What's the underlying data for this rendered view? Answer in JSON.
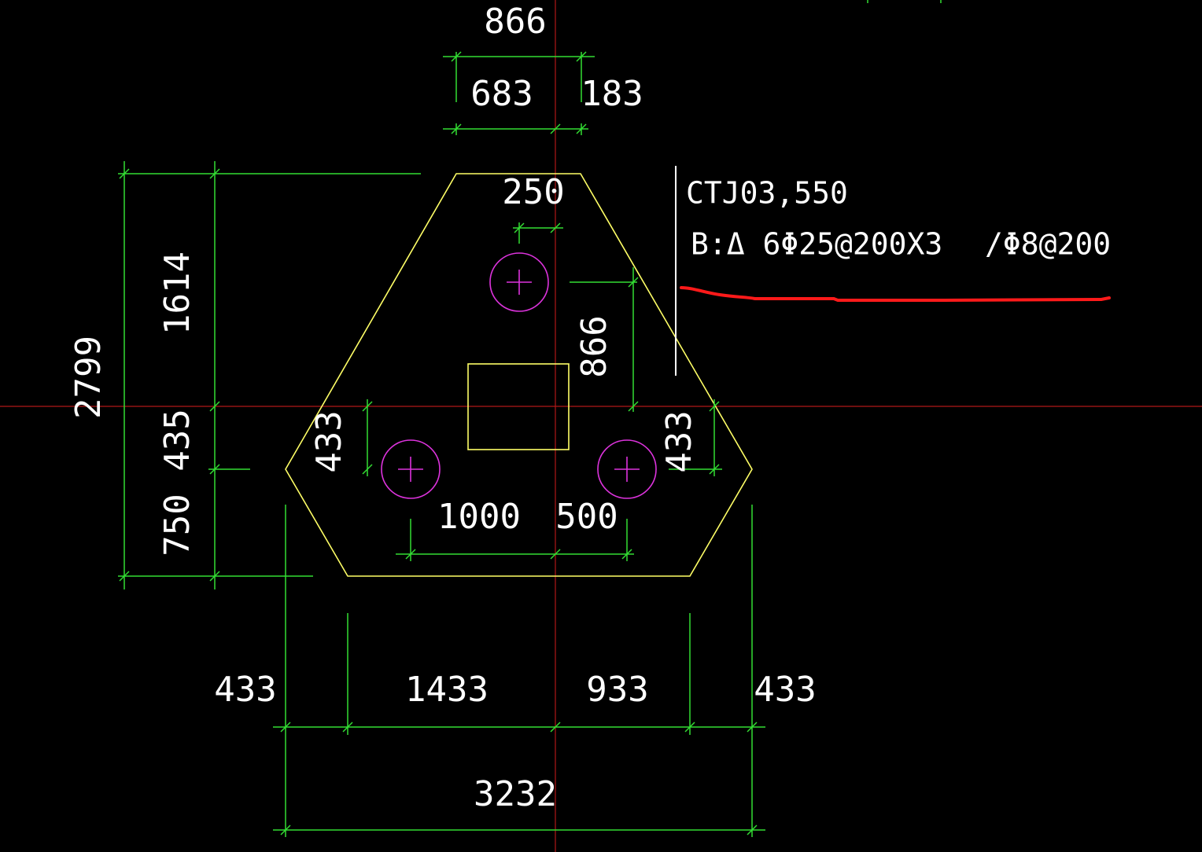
{
  "drawing": {
    "background": "#000000",
    "colors": {
      "outline": "#ffff66",
      "dimension": "#33dd33",
      "pile": "#dd33dd",
      "crosshair": "#b01818",
      "text": "#ffffff",
      "markup": "#ff1a1a"
    }
  },
  "annotation": {
    "cap_label": "CTJ03,550",
    "rebar_main": "B:Δ 6Φ25@200X3",
    "rebar_stirrup": "/Φ8@200"
  },
  "dimensions": {
    "top_overall": "866",
    "top_left": "683",
    "top_right": "183",
    "pile_offset": "250",
    "pile_spacing_vertical": "866",
    "left_total": "2799",
    "left_upper": "1614",
    "left_middle": "435",
    "left_lower": "750",
    "left_pile_433": "433",
    "right_pile_433": "433",
    "bottom_inner_left": "1000",
    "bottom_inner_right": "500",
    "bottom_seg_1": "433",
    "bottom_seg_2": "1433",
    "bottom_seg_3": "933",
    "bottom_seg_4": "433",
    "bottom_total": "3232"
  }
}
